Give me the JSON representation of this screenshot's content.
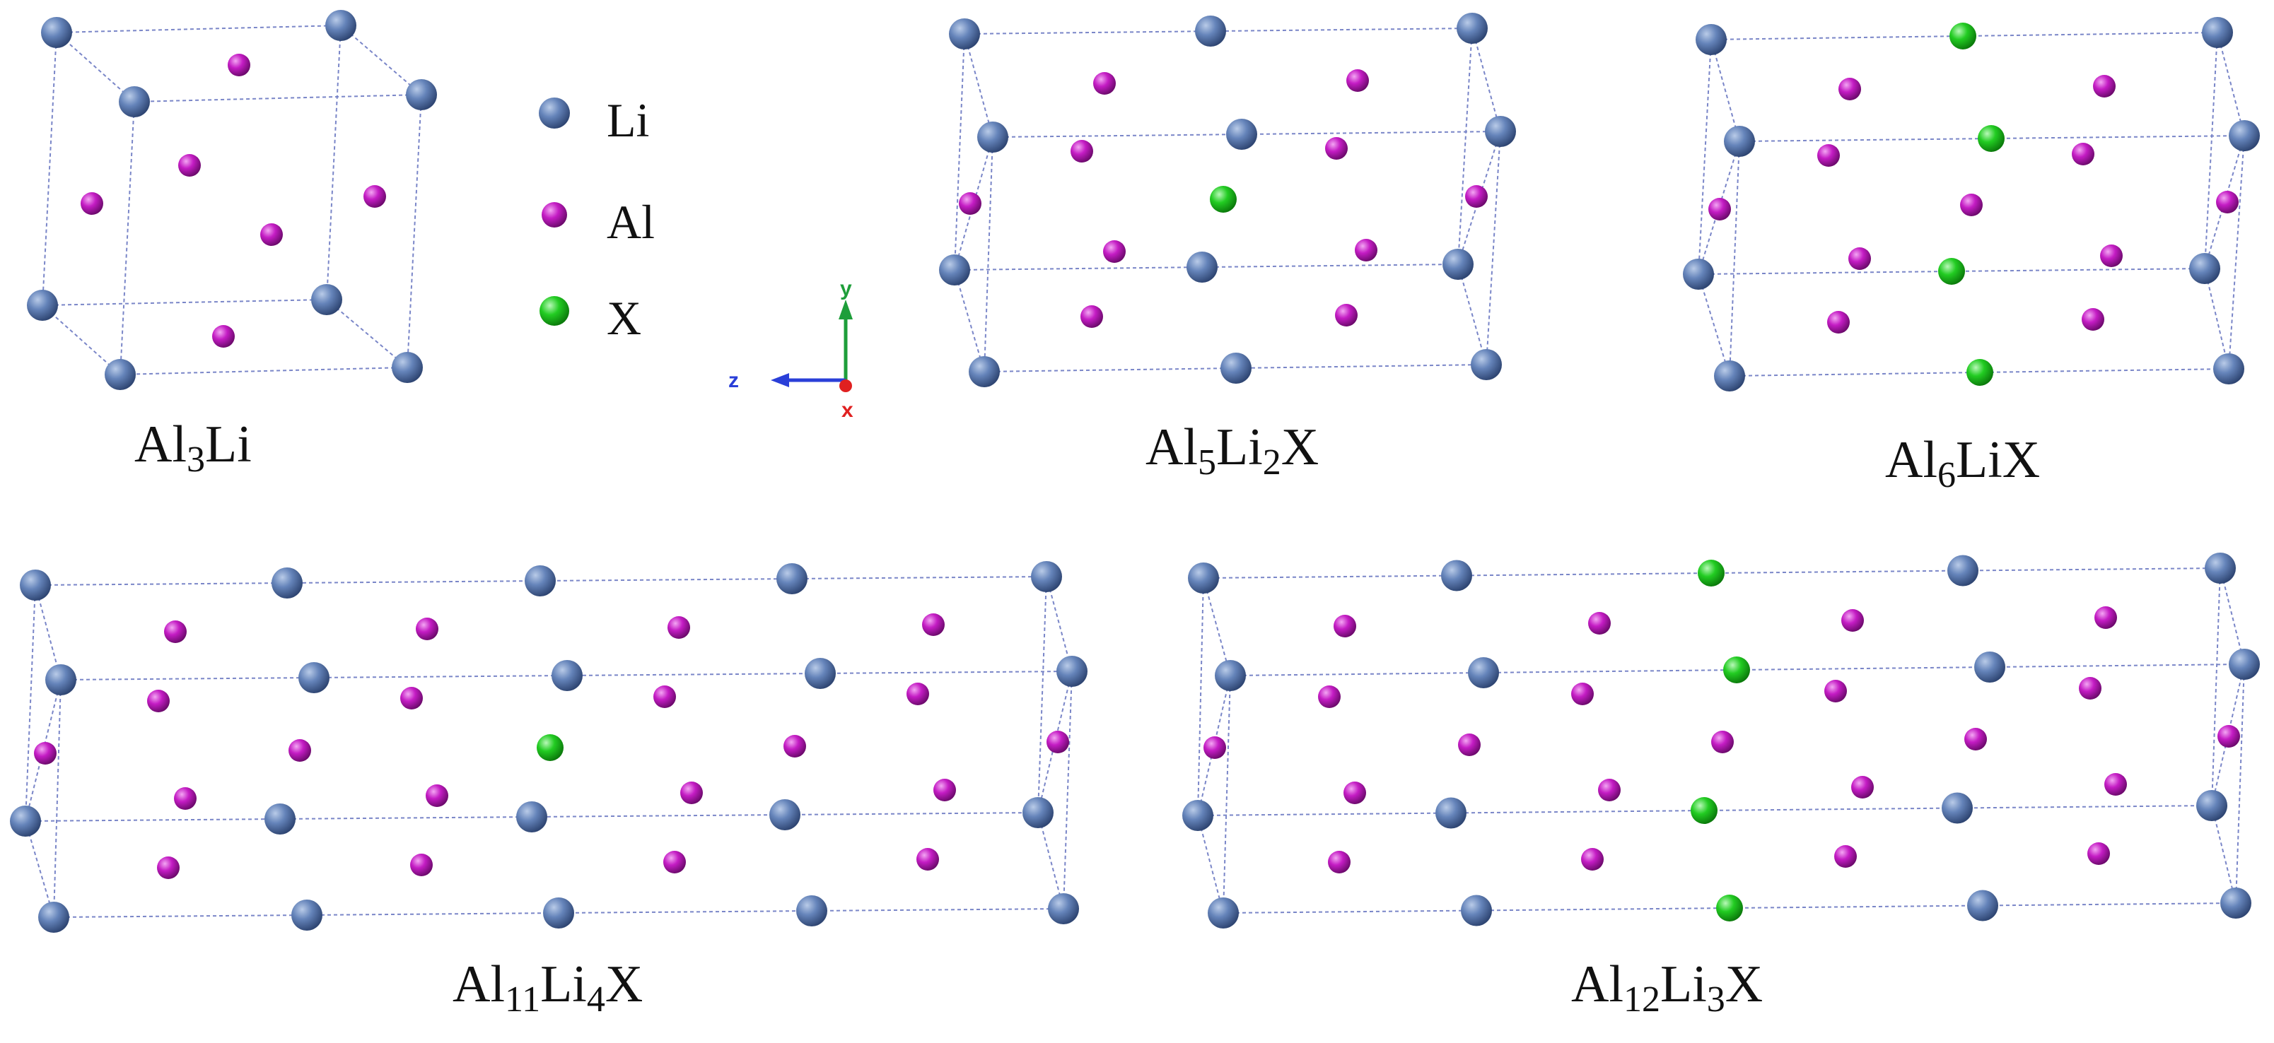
{
  "colors": {
    "li": "#5f7fb6",
    "al": "#c018c0",
    "x": "#1ecb1e",
    "edge": "#7a86c8",
    "axis_x": "#e02020",
    "axis_y": "#1e9e3a",
    "axis_z": "#2a3fd8"
  },
  "legend": {
    "items": [
      {
        "symbol": "Li",
        "color_key": "li"
      },
      {
        "symbol": "Al",
        "color_key": "al"
      },
      {
        "symbol": "X",
        "color_key": "x"
      }
    ]
  },
  "axes": {
    "x": "x",
    "y": "y",
    "z": "z"
  },
  "structures": [
    {
      "id": "al3li",
      "formula": [
        {
          "t": "Al"
        },
        {
          "sub": "3"
        },
        {
          "t": "Li"
        }
      ]
    },
    {
      "id": "al5li2x",
      "formula": [
        {
          "t": "Al"
        },
        {
          "sub": "5"
        },
        {
          "t": "Li"
        },
        {
          "sub": "2"
        },
        {
          "t": "X"
        }
      ]
    },
    {
      "id": "al6lix",
      "formula": [
        {
          "t": "Al"
        },
        {
          "sub": "6"
        },
        {
          "t": "LiX"
        }
      ]
    },
    {
      "id": "al11li4x",
      "formula": [
        {
          "t": "Al"
        },
        {
          "sub": "11"
        },
        {
          "t": "Li"
        },
        {
          "sub": "4"
        },
        {
          "t": "X"
        }
      ]
    },
    {
      "id": "al12li3x",
      "formula": [
        {
          "t": "Al"
        },
        {
          "sub": "12"
        },
        {
          "t": "Li"
        },
        {
          "sub": "3"
        },
        {
          "t": "X"
        }
      ]
    }
  ]
}
